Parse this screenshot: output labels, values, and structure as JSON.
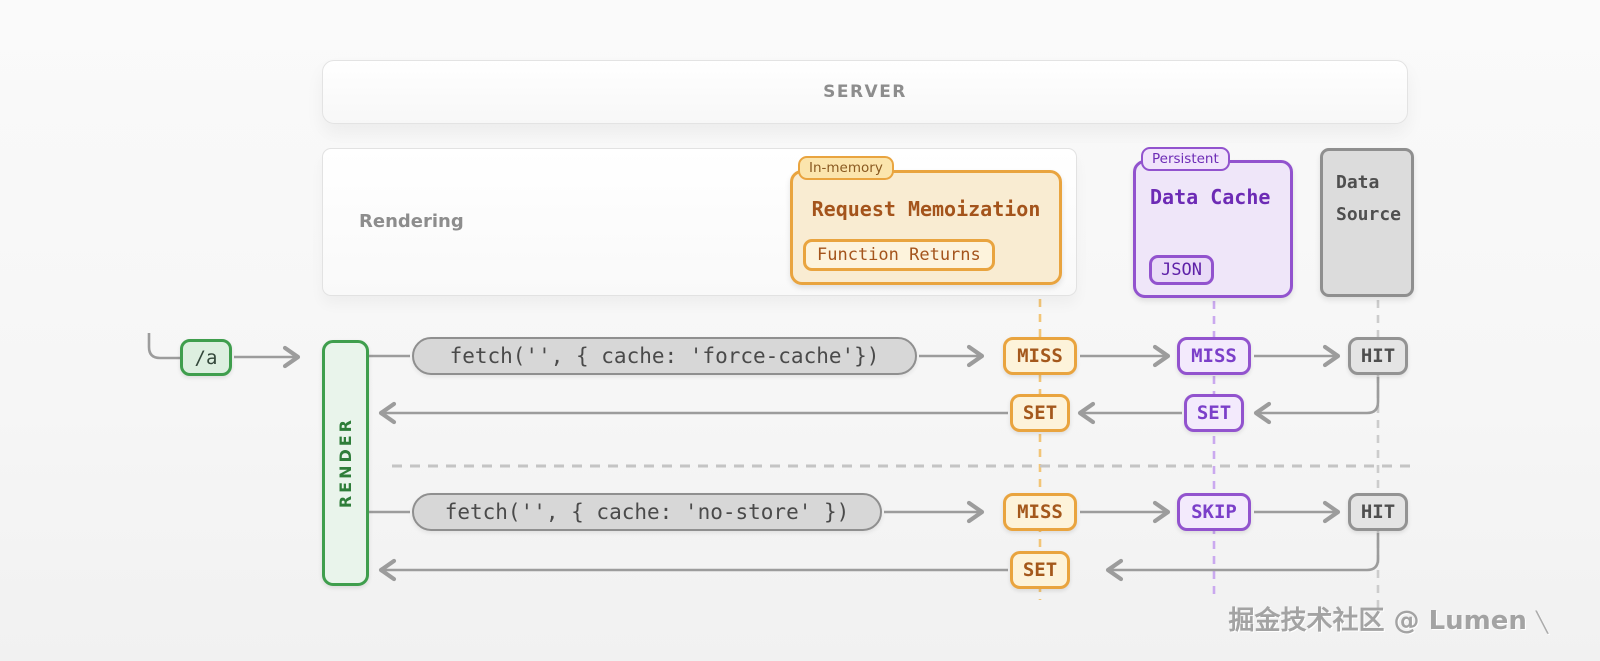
{
  "canvas": {
    "watermark": "掘金技术社区 @ Lumen",
    "watermark_mark": "╲"
  },
  "server": {
    "label": "SERVER"
  },
  "rendering": {
    "label": "Rendering"
  },
  "memoization": {
    "tag": "In-memory",
    "title": "Request Memoization",
    "chip": "Function Returns",
    "accent": "#E9A43F",
    "fill": "#F9ECD2",
    "text_color": "#A4541C"
  },
  "data_cache": {
    "tag": "Persistent",
    "title": "Data Cache",
    "chip": "JSON",
    "accent": "#9253CE",
    "fill": "#EFE6F9",
    "text_color": "#6D2BB5"
  },
  "data_source": {
    "line1": "Data",
    "line2": "Source",
    "accent": "#8F8F8F",
    "fill": "#DCDCDC",
    "text_color": "#4F4F4F"
  },
  "request": {
    "route": "/a",
    "render_label": "RENDER",
    "accent": "#3F9E4D"
  },
  "flows": [
    {
      "fetch_call": "fetch('', { cache: 'force-cache'})",
      "memo_result": "MISS",
      "data_cache_result": "MISS",
      "data_source_result": "HIT",
      "memo_set": "SET",
      "data_cache_set": "SET"
    },
    {
      "fetch_call": "fetch('', { cache: 'no-store' })",
      "memo_result": "MISS",
      "data_cache_result": "SKIP",
      "data_source_result": "HIT",
      "memo_set": "SET"
    }
  ],
  "colors": {
    "line_gray": "#9C9C9C",
    "dashed_orange": "#F2C577",
    "dashed_purple": "#CAA9EF",
    "dashed_gray": "#CCCCCC"
  }
}
